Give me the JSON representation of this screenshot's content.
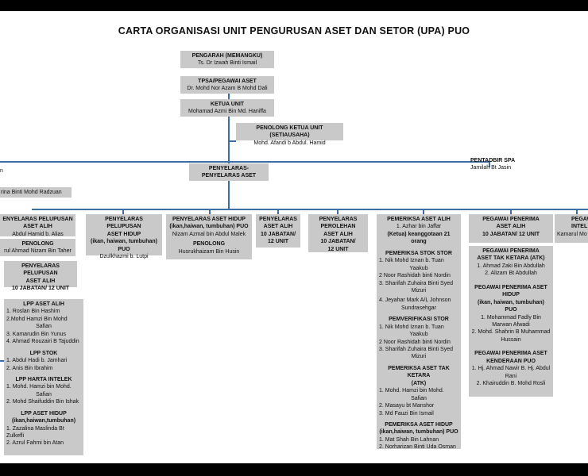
{
  "title": "CARTA ORGANISASI UNIT PENGURUSAN ASET DAN SETOR (UPA) PUO",
  "top": {
    "pengarah": {
      "role": "PENGARAH (MEMANGKU)",
      "name": "Ts. Dr Izwah Binti Ismail"
    },
    "tpsa": {
      "role": "TPSA/PEGAWAI ASET",
      "name": "Dr. Mohd Nor Azam B Mohd Dali"
    },
    "ketua": {
      "role": "KETUA UNIT",
      "name": "Mohamad Azmi Bin Md. Haniffa"
    },
    "penolong": {
      "role": "PENOLONG KETUA UNIT (SETIAUSAHA)",
      "name": "Mohd. Afandi b Abdul. Hamid"
    }
  },
  "left_partial": {
    "a": "n",
    "b": "rina Binti Mohd Radzuan"
  },
  "pentadbir": {
    "role": "PENTADBIR  SPA",
    "name": "Jamilah Bt Jasin"
  },
  "penyelaras": {
    "role": "PENYELARAS-PENYELARAS ASET"
  },
  "col1": {
    "top_lines": [
      "ENYELARAS PELUPUSAN",
      "ASET  ALIH",
      "Abdul  Hamid  b. Alias"
    ],
    "penolong_role": "PENOLONG",
    "penolong_name": "rul Ahmad Nizam Bin Taher",
    "sub_lines": [
      "PENYELARAS PELUPUSAN",
      "ASET ALIH",
      "10 JABATAN/ 12 UNIT"
    ],
    "lpp": [
      {
        "role": "LPP ASET ALIH",
        "names": [
          "1. Roslan Bin Hashim",
          "2.Mohd Hamzi Bin Mohd",
          "Safian",
          "3. Kamarudin Bin Yunus",
          "4. Ahmad Rouzairi B Tajuddin"
        ]
      },
      {
        "role": "LPP STOK",
        "names": [
          "1. Abdul Hadi b. Jamhari",
          "2. Anis Bin Ibrahim"
        ]
      },
      {
        "role": "LPP HARTA INTELEK",
        "names": [
          "1. Mohd. Hamzi bin Mohd.",
          "Safian",
          "2. Mohd Shaifuddin Bin Ishak"
        ]
      },
      {
        "role": "LPP ASET HIDUP",
        "role2": "(ikan,haiwan,tumbuhan)",
        "names": [
          "1. Zazalina Maslinda Bt Zulkefli",
          "2. Azrul Fahmi bin Atan"
        ]
      }
    ]
  },
  "col2": {
    "lines": [
      "PENYELARAS PELUPUSAN",
      "ASET HIDUP",
      "(ikan, haiwan, tumbuhan)",
      "PUO"
    ],
    "name": "Dzulkhazmi b. Lutpi"
  },
  "col3": {
    "lines": [
      "PENYELARAS ASET HIDUP",
      "(ikan,haiwan, tumbuhan) PUO"
    ],
    "name": "Nizam Azmal bin Abdul Malek",
    "penolong_role": "PENOLONG",
    "penolong_name": "Husrukhaizam Bin Husin"
  },
  "col4": {
    "lines": [
      "PENYELARAS",
      "ASET  ALIH",
      "10 JABATAN/",
      "12 UNIT"
    ]
  },
  "col5": {
    "lines": [
      "PENYELARAS",
      "PEROLEHAN",
      "ASET  ALIH",
      "10 JABATAN/",
      "12 UNIT"
    ]
  },
  "col6": {
    "sections": [
      {
        "role": "PEMERIKSA ASET ALIH",
        "names": [
          "1.  Azhar bin Jaffar",
          "(Ketua) keanggotaan 21 orang"
        ]
      },
      {
        "role": "PEMERIKSA  STOK STOR",
        "names": [
          "1. Nik Mohd Iznan b. Tuan",
          "Yaakub",
          "2  Noor Rashidah binti Nordin",
          "3. Sharifah Zuhaira Binti Syed",
          "Mizuri",
          "4. Jeyahar Mark A/L Johnson",
          "Sundrasehgar"
        ]
      },
      {
        "role": "PEMVERIFIKASI STOR",
        "names": [
          "1. Nik Mohd Iznan b. Tuan",
          "Yaakub",
          "2  Noor Rashidah binti Nordin",
          "3. Sharifah Zuhaira Binti Syed",
          "Mizuri"
        ]
      },
      {
        "role": "PEMERIKSA ASET TAK KETARA",
        "role2": "(ATK)",
        "names": [
          "1. Mohd. Hamzi bin Mohd.",
          "Safian",
          "2. Masayu bt Manshor",
          "3. Md Fauzi Bin Ismail"
        ]
      },
      {
        "role": "PEMERIKSA ASET HIDUP",
        "role2": "(ikan,haiwan, tumbuhan) PUO",
        "names": [
          "1. Mat Shah Bin Lahnan",
          "2. Norharizan Binti Uda Osman"
        ]
      }
    ]
  },
  "col7": {
    "top_lines": [
      "PEGAWAI PENERIMA",
      "ASET ALIH",
      "10 JABATAN/ 12 UNIT"
    ],
    "sections": [
      {
        "role": "PEGAWAI PENERIMA",
        "role2": "ASET TAK KETARA (ATK)",
        "names": [
          "1. Ahmad Zaki Bin Abdullah",
          "2. Alizam Bt Abdullah"
        ]
      },
      {
        "role": "PEGAWAI PENERIMA ASET",
        "role2": "HIDUP",
        "role3": "(ikan, haiwan, tumbuhan) PUO",
        "names": [
          "1. Mohammad Fadly Bin",
          "Marwan Afwadi",
          "2. Mohd. Shahrin B Muhammad",
          "Hussain"
        ]
      },
      {
        "role": "PEGAWAI PENERIMA ASET",
        "role2": "KENDERAAN PUO",
        "names": [
          "1.  Hj. Ahmad Nawir B. Hj. Abdul",
          "Rani",
          "2. Khairuddin B. Mohd Rosli"
        ]
      }
    ]
  },
  "col8": {
    "lines": [
      "PEGAW",
      "INTEL",
      "Kamarul Mo"
    ]
  }
}
